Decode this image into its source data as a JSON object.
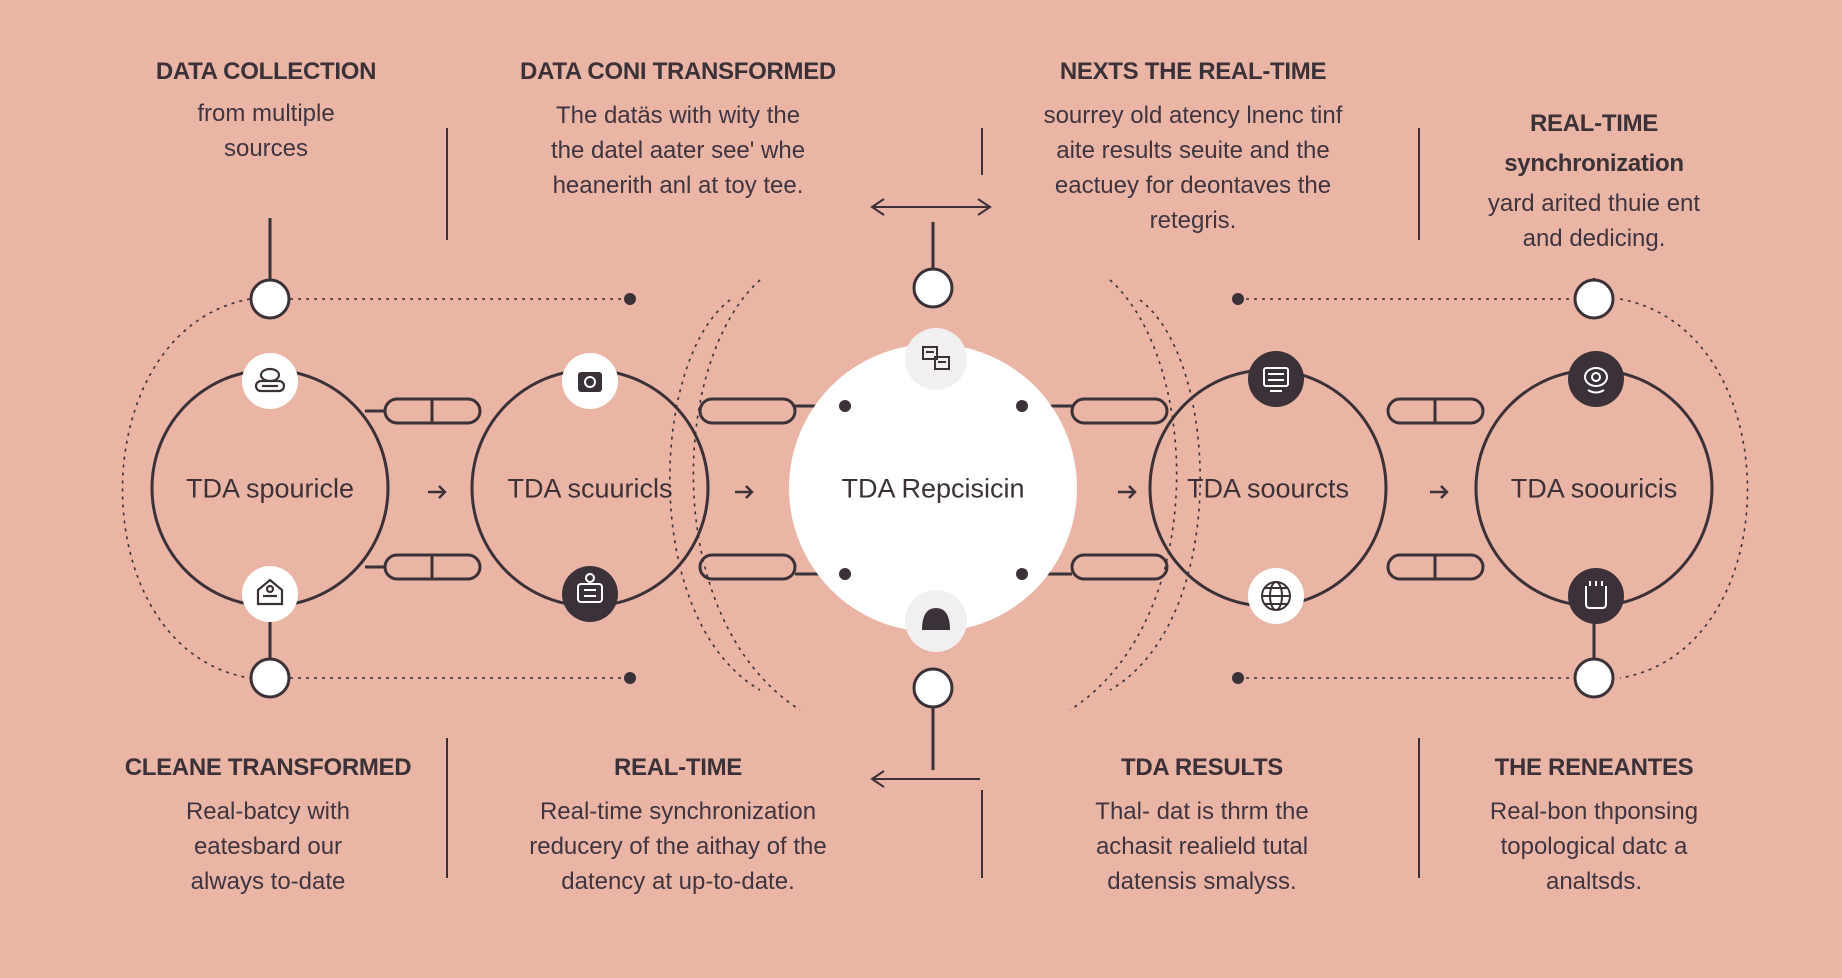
{
  "top_blocks": [
    {
      "heading": "DATA COLLECTION",
      "body": "from multiple\nsources"
    },
    {
      "heading": "DATA CONI TRANSFORMED",
      "body": "The datäs with wity the\nthe datel aater see' whe\nheanerith anl at toy tee."
    },
    {
      "heading": "NEXTS THE REAL-TIME",
      "body": "sourrey old atency lnenc tinf\naite results seuite and the\neactuey for deontaves the\nretegris."
    },
    {
      "heading": "REAL-TIME\nsynchronization",
      "body": "yard arited thuie ent\nand dedicing."
    }
  ],
  "bottom_blocks": [
    {
      "heading": "CLEANE TRANSFORMED",
      "body": "Real-batcy with\neatesbard our\nalways to-date"
    },
    {
      "heading": "REAL-TIME",
      "body": "Real-time synchronization\nreducery of the aithay of the\ndatency at up-to-date."
    },
    {
      "heading": "TDA RESULTS",
      "body": "Thal- dat is thrm the\nachasit realield tutal\ndatensis smalyss."
    },
    {
      "heading": "THE RENEANTES",
      "body": "Real-bon thponsing\ntopological datc a\nanaltsds."
    }
  ],
  "nodes": [
    {
      "label": "TDA spouricle"
    },
    {
      "label": "TDA scuuricls"
    },
    {
      "label": "TDA Repcisicin"
    },
    {
      "label": "TDA soourcts"
    },
    {
      "label": "TDA soouricis"
    }
  ],
  "arrow_glyph": "→",
  "colors": {
    "background": "#ebb5a6",
    "line": "#3a3238",
    "center_fill": "#ffffff",
    "dark_badge": "#3a3238",
    "light_badge": "#ffffff"
  },
  "icons": [
    "cloud-stack-icon",
    "camera-box-icon",
    "data-chart-icon",
    "server-rack-icon",
    "face-scan-icon",
    "database-tray-icon",
    "cloud-brain-icon",
    "headset-icon",
    "globe-grid-icon",
    "device-box-icon"
  ]
}
